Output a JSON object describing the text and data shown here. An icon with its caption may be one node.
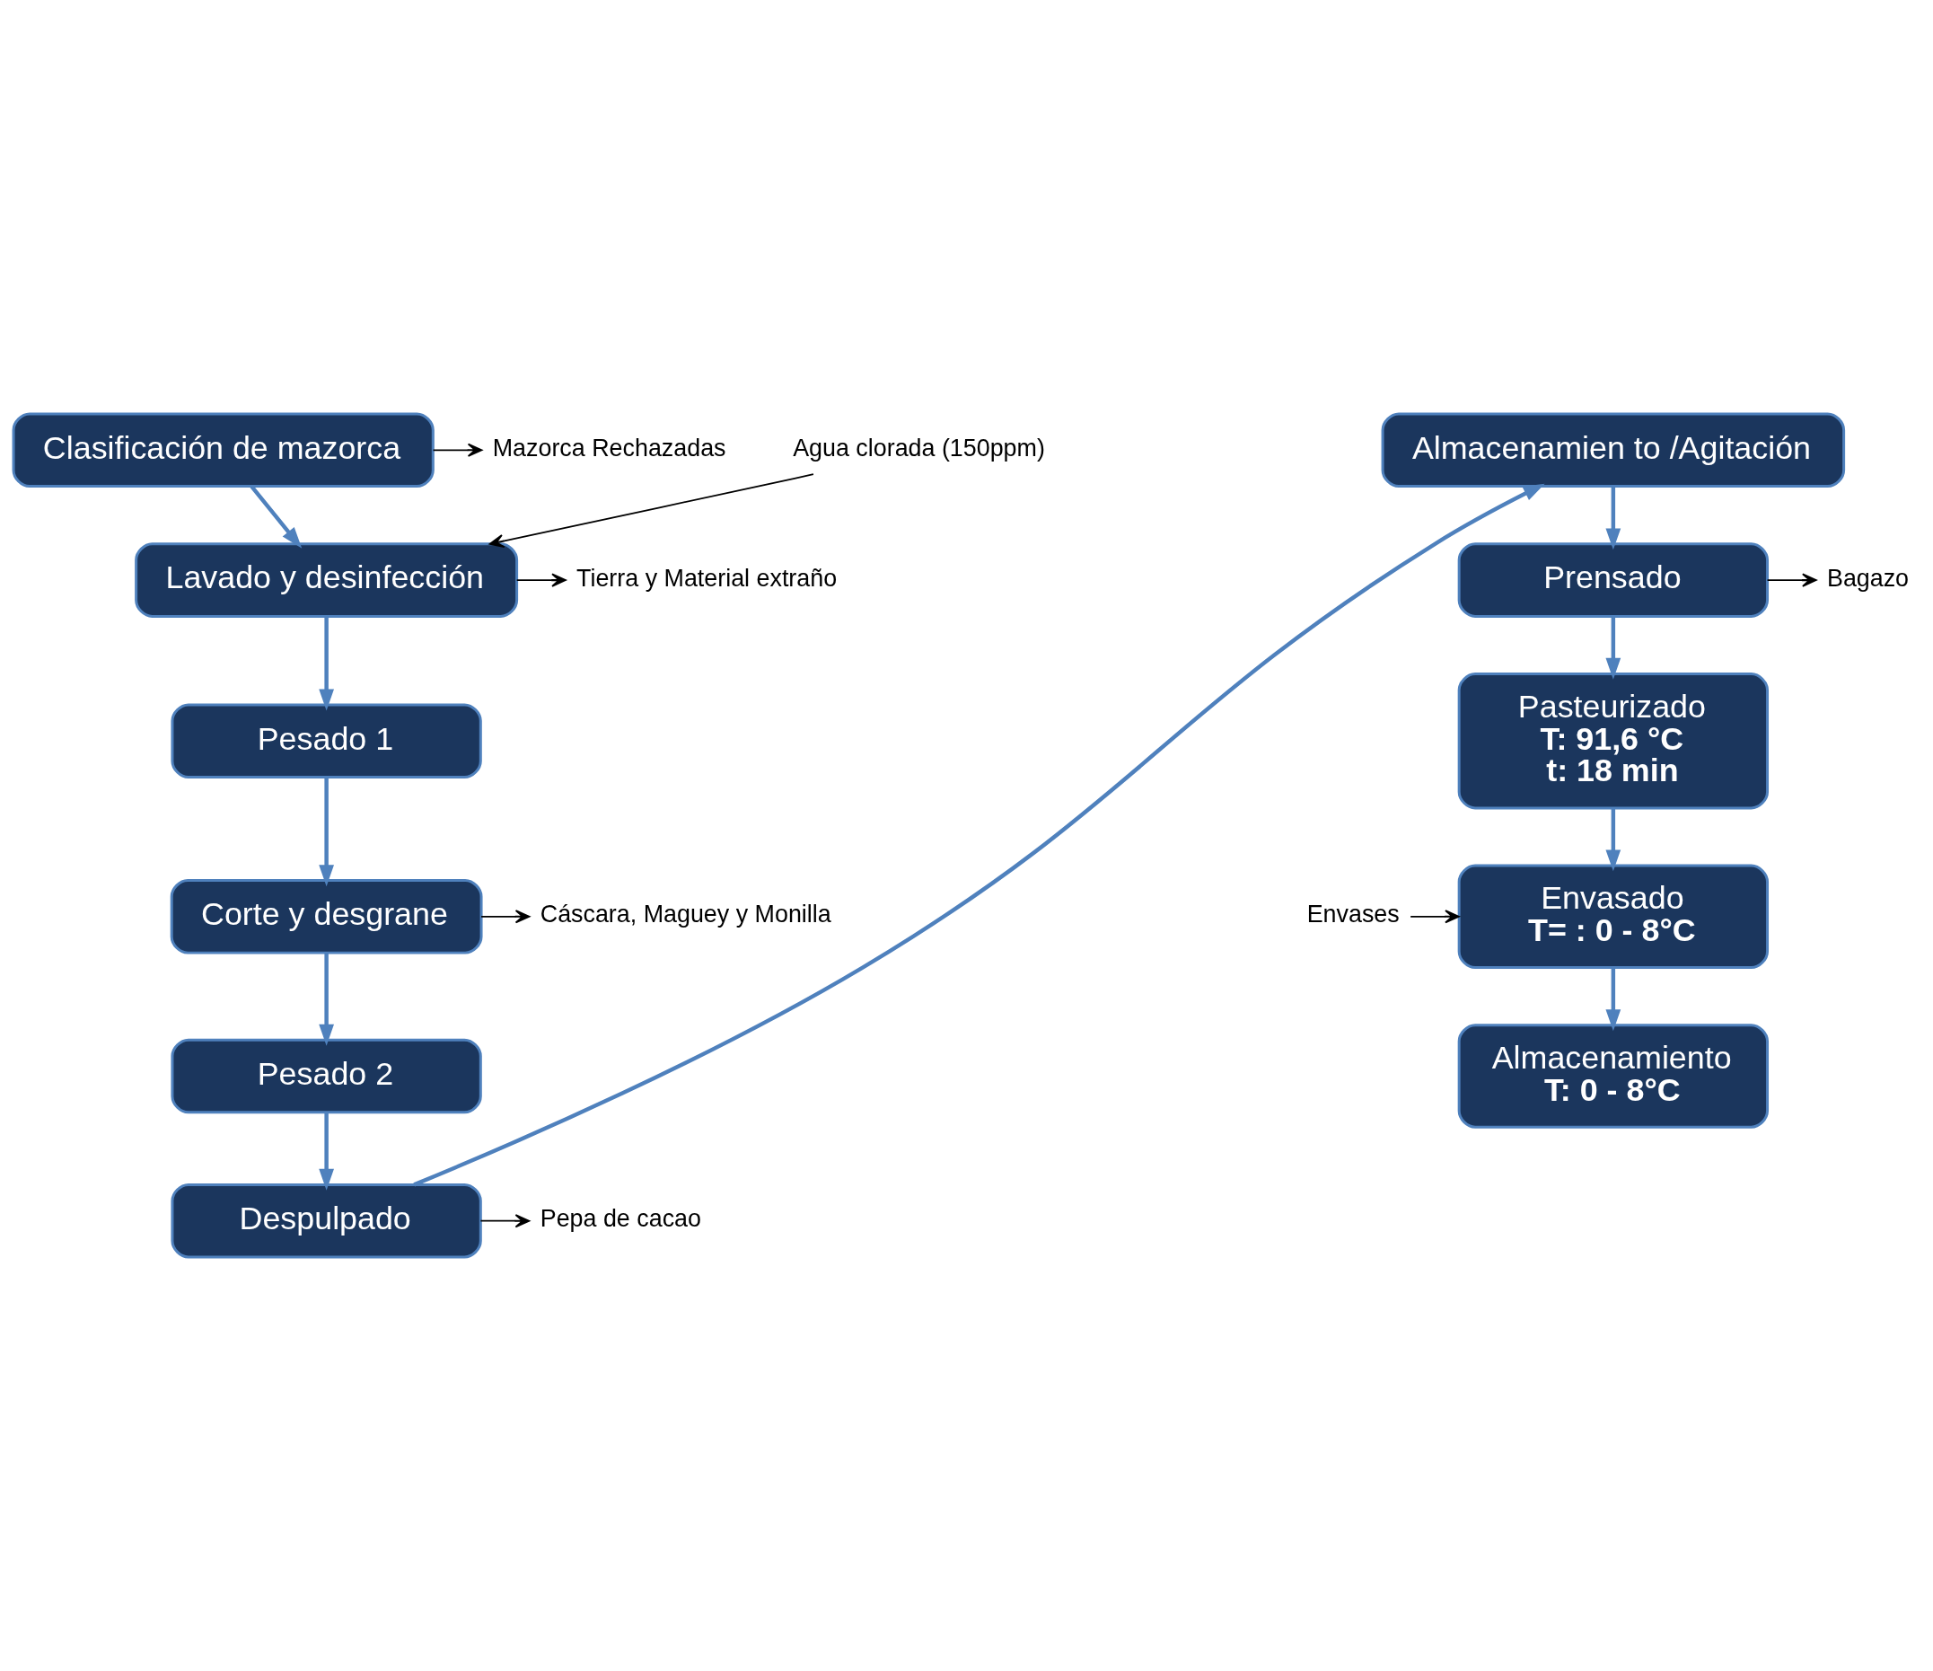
{
  "diagram": {
    "nodes": [
      {
        "text": [
          "Clasificación de mazorca"
        ]
      },
      {
        "text": [
          "Mazorca Rechazadas"
        ]
      },
      {
        "text": [
          "Agua clorada (150ppm)"
        ]
      },
      {
        "text": [
          "Lavado y desinfección"
        ]
      },
      {
        "text": [
          "Tierra y Material extraño"
        ]
      },
      {
        "text": [
          "Pesado 1"
        ]
      },
      {
        "text": [
          "Corte y desgrane"
        ]
      },
      {
        "text": [
          "Cáscara, Maguey y Monilla"
        ]
      },
      {
        "text": [
          "Pesado 2"
        ]
      },
      {
        "text": [
          "Despulpado"
        ]
      },
      {
        "text": [
          "Pepa de cacao"
        ]
      },
      {
        "text": [
          "Almacenamien to /Agitación"
        ]
      },
      {
        "text": [
          "Prensado"
        ]
      },
      {
        "text": [
          "Bagazo"
        ]
      },
      {
        "text": [
          "Pasteurizado",
          "T: 91,6 °C",
          "t: 18 min"
        ]
      },
      {
        "text": [
          "Envases"
        ]
      },
      {
        "text": [
          "Envasado",
          "T= : 0 - 8°C"
        ]
      },
      {
        "text": [
          "Almacenamiento",
          "T: 0 - 8°C"
        ]
      }
    ],
    "edges": [
      {
        "from": 0,
        "to": 1,
        "arrow": "to",
        "color": "#000000"
      },
      {
        "from": 0,
        "to": 3,
        "arrow": "to"
      },
      {
        "from": 2,
        "to": 3,
        "arrow": "to",
        "color": "#000000"
      },
      {
        "from": 3,
        "to": 4,
        "arrow": "to",
        "color": "#000000"
      },
      {
        "from": 3,
        "to": 5,
        "arrow": "to"
      },
      {
        "from": 5,
        "to": 6,
        "arrow": "to"
      },
      {
        "from": 6,
        "to": 7,
        "arrow": "to",
        "color": "#000000"
      },
      {
        "from": 6,
        "to": 8,
        "arrow": "to"
      },
      {
        "from": 8,
        "to": 9,
        "arrow": "to"
      },
      {
        "from": 9,
        "to": 10,
        "arrow": "to",
        "color": "#000000"
      },
      {
        "from": 9,
        "to": 11,
        "arrow": "to"
      },
      {
        "from": 11,
        "to": 12,
        "arrow": "to"
      },
      {
        "from": 12,
        "to": 13,
        "arrow": "to",
        "color": "#000000"
      },
      {
        "from": 12,
        "to": 14,
        "arrow": "to"
      },
      {
        "from": 14,
        "to": 16,
        "arrow": "to"
      },
      {
        "from": 15,
        "to": 16,
        "arrow": "to",
        "color": "#000000"
      },
      {
        "from": 16,
        "to": 17,
        "arrow": "to"
      }
    ]
  }
}
